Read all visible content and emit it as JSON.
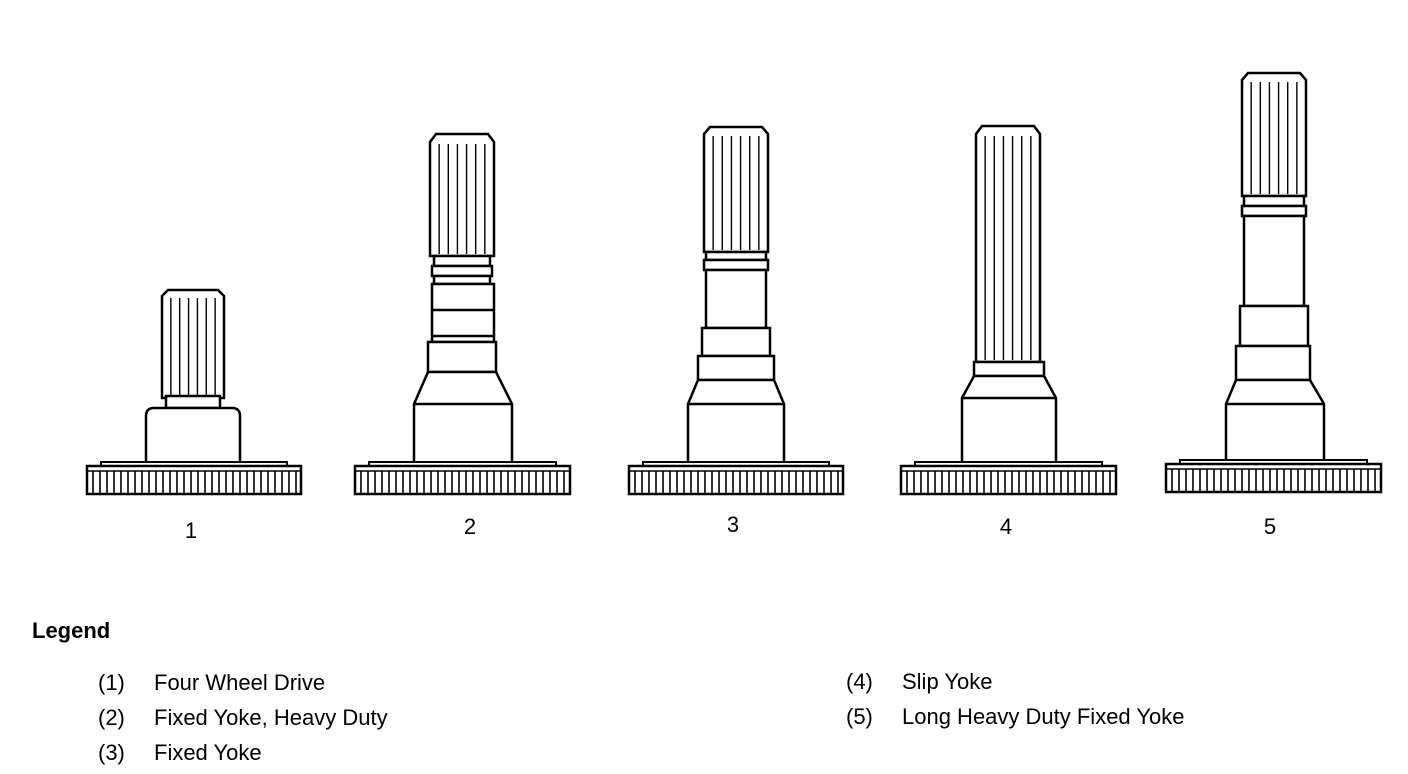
{
  "figure": {
    "shafts": [
      {
        "label": "1",
        "name": "Four Wheel Drive"
      },
      {
        "label": "2",
        "name": "Fixed Yoke, Heavy Duty"
      },
      {
        "label": "3",
        "name": "Fixed Yoke"
      },
      {
        "label": "4",
        "name": "Slip Yoke"
      },
      {
        "label": "5",
        "name": "Long Heavy Duty Fixed Yoke"
      }
    ]
  },
  "legend": {
    "title": "Legend",
    "items": [
      {
        "num": "(1)",
        "text": "Four Wheel Drive"
      },
      {
        "num": "(2)",
        "text": "Fixed Yoke, Heavy Duty"
      },
      {
        "num": "(3)",
        "text": "Fixed Yoke"
      },
      {
        "num": "(4)",
        "text": "Slip Yoke"
      },
      {
        "num": "(5)",
        "text": "Long Heavy Duty Fixed Yoke"
      }
    ]
  }
}
